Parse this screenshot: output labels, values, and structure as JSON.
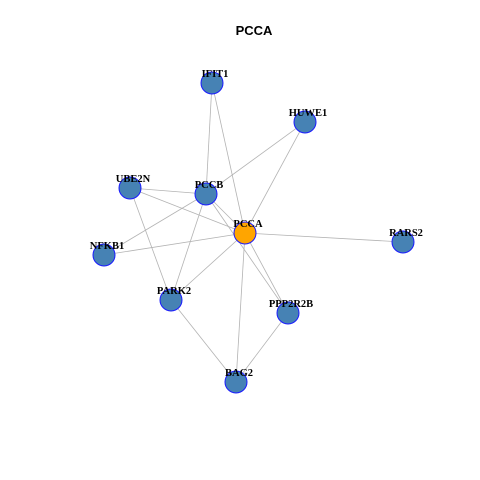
{
  "title": "PCCA",
  "colors": {
    "hub_fill": "#FFA500",
    "node_fill": "#4682B4",
    "node_stroke": "#1a1aff",
    "edge": "#b3b3b3"
  },
  "nodes": [
    {
      "id": "PCCA",
      "label": "PCCA",
      "hub": true
    },
    {
      "id": "IFIT1",
      "label": "IFIT1",
      "hub": false
    },
    {
      "id": "HUWE1",
      "label": "HUWE1",
      "hub": false
    },
    {
      "id": "UBE2N",
      "label": "UBE2N",
      "hub": false
    },
    {
      "id": "PCCB",
      "label": "PCCB",
      "hub": false
    },
    {
      "id": "NFKB1",
      "label": "NFKB1",
      "hub": false
    },
    {
      "id": "RARS2",
      "label": "RARS2",
      "hub": false
    },
    {
      "id": "PARK2",
      "label": "PARK2",
      "hub": false
    },
    {
      "id": "PPP2R2B",
      "label": "PPP2R2B",
      "hub": false
    },
    {
      "id": "BAG2",
      "label": "BAG2",
      "hub": false
    }
  ],
  "edges": [
    [
      "IFIT1",
      "PCCB"
    ],
    [
      "IFIT1",
      "PCCA"
    ],
    [
      "HUWE1",
      "PCCB"
    ],
    [
      "HUWE1",
      "PCCA"
    ],
    [
      "UBE2N",
      "PCCB"
    ],
    [
      "UBE2N",
      "PCCA"
    ],
    [
      "UBE2N",
      "PARK2"
    ],
    [
      "PCCB",
      "NFKB1"
    ],
    [
      "PCCB",
      "PARK2"
    ],
    [
      "PCCB",
      "PCCA"
    ],
    [
      "PCCB",
      "PPP2R2B"
    ],
    [
      "NFKB1",
      "PCCA"
    ],
    [
      "PCCA",
      "RARS2"
    ],
    [
      "PCCA",
      "PARK2"
    ],
    [
      "PCCA",
      "PPP2R2B"
    ],
    [
      "PCCA",
      "BAG2"
    ],
    [
      "PARK2",
      "BAG2"
    ],
    [
      "PPP2R2B",
      "BAG2"
    ]
  ]
}
